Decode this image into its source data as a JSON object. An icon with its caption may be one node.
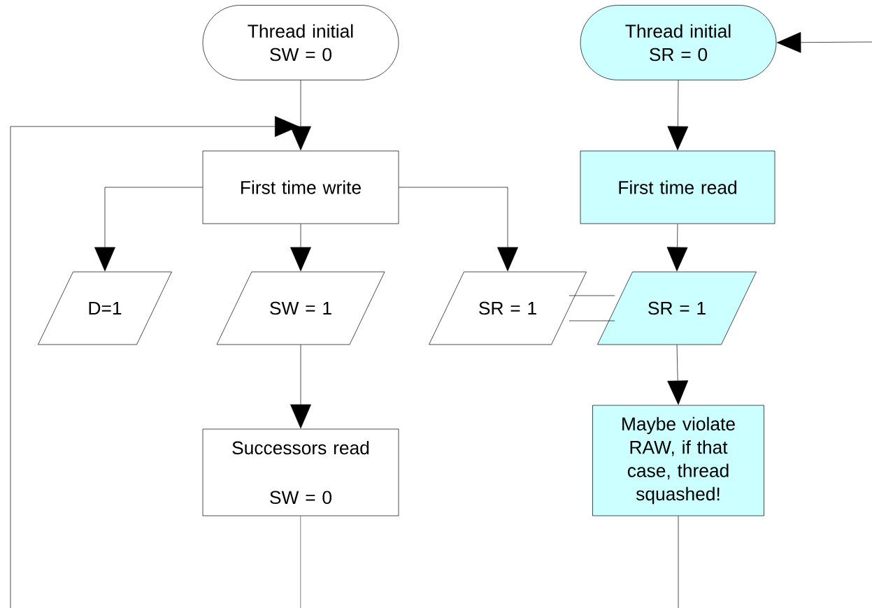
{
  "diagram": {
    "nodes": [
      {
        "text": [
          "Thread initial SW = 0"
        ]
      },
      {
        "text": [
          "Thread initial SR = 0"
        ]
      },
      {
        "text": [
          "First time write"
        ]
      },
      {
        "text": [
          "First time read"
        ]
      },
      {
        "text": [
          "D=1"
        ]
      },
      {
        "text": [
          "SW = 1"
        ]
      },
      {
        "text": [
          "SR = 1"
        ]
      },
      {
        "text": [
          "SR = 1"
        ]
      },
      {
        "text": [
          "Successors read",
          "SW = 0"
        ]
      },
      {
        "text": [
          "Maybe violate RAW, if that case, thread squashed!"
        ]
      }
    ],
    "edges": [
      {
        "from": 0,
        "to": 2,
        "arrow": "to"
      },
      {
        "from": null,
        "to": 2,
        "arrow": "to"
      },
      {
        "from": 2,
        "to": 4,
        "arrow": "to"
      },
      {
        "from": 2,
        "to": 5,
        "arrow": "to"
      },
      {
        "from": 2,
        "to": 6,
        "arrow": "to"
      },
      {
        "from": 5,
        "to": 8,
        "arrow": "to"
      },
      {
        "from": 8,
        "to": null,
        "arrow": "none"
      },
      {
        "from": null,
        "to": 1,
        "arrow": "to"
      },
      {
        "from": 1,
        "to": 3,
        "arrow": "to"
      },
      {
        "from": 3,
        "to": 7,
        "arrow": "to"
      },
      {
        "from": 7,
        "to": 9,
        "arrow": "to"
      },
      {
        "from": 9,
        "to": null,
        "arrow": "none"
      },
      {
        "from": 6,
        "to": 7,
        "arrow": "none"
      },
      {
        "from": 6,
        "to": 7,
        "arrow": "none"
      }
    ]
  }
}
